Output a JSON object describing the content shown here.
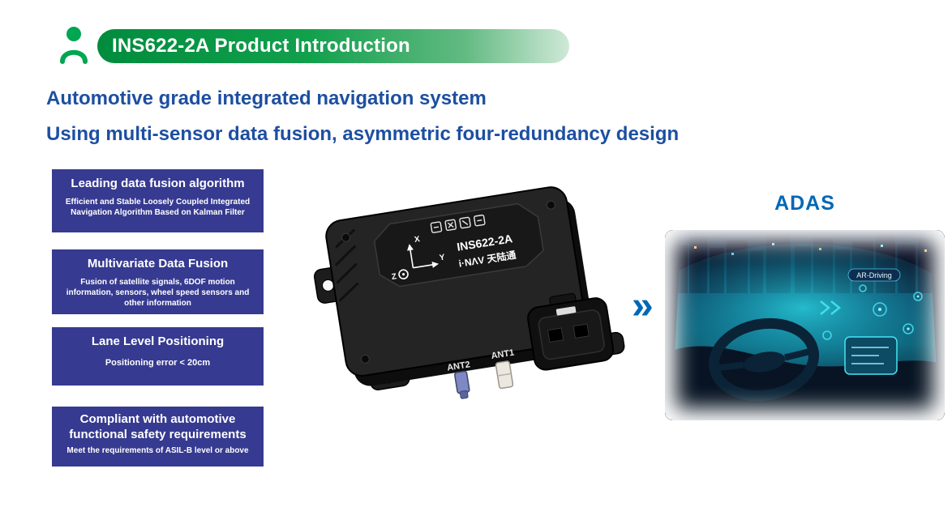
{
  "header": {
    "title": "INS622-2A Product Introduction"
  },
  "subtitle": {
    "line1": "Automotive grade integrated navigation system",
    "line2": "Using multi-sensor data fusion, asymmetric four-redundancy design"
  },
  "features": [
    {
      "title": "Leading data fusion algorithm",
      "description": "Efficient and Stable Loosely Coupled Integrated Navigation Algorithm Based on Kalman Filter"
    },
    {
      "title": "Multivariate Data Fusion",
      "description": "Fusion of satellite signals, 6DOF motion information, sensors, wheel speed sensors and other information"
    },
    {
      "title": "Lane Level Positioning",
      "description": "Positioning error < 20cm"
    },
    {
      "title": "Compliant with automotive functional safety requirements",
      "description": "Meet the requirements of ASIL-B level or above"
    }
  ],
  "product": {
    "model": "INS622-2A",
    "brand": "i·NΛV 天陆通",
    "ant1_label": "ANT1",
    "ant2_label": "ANT2",
    "axis": {
      "x": "X",
      "y": "Y",
      "z": "Z"
    }
  },
  "arrow": {
    "glyph": "»"
  },
  "adas": {
    "label": "ADAS",
    "ar_badge": "AR-Driving"
  },
  "colors": {
    "banner_green_dark": "#008c3d",
    "banner_green_light": "#cfe9d8",
    "feature_box": "#363a90",
    "headline_blue": "#1d4fa1",
    "adas_blue": "#0068b7",
    "icon_green": "#00a651"
  }
}
